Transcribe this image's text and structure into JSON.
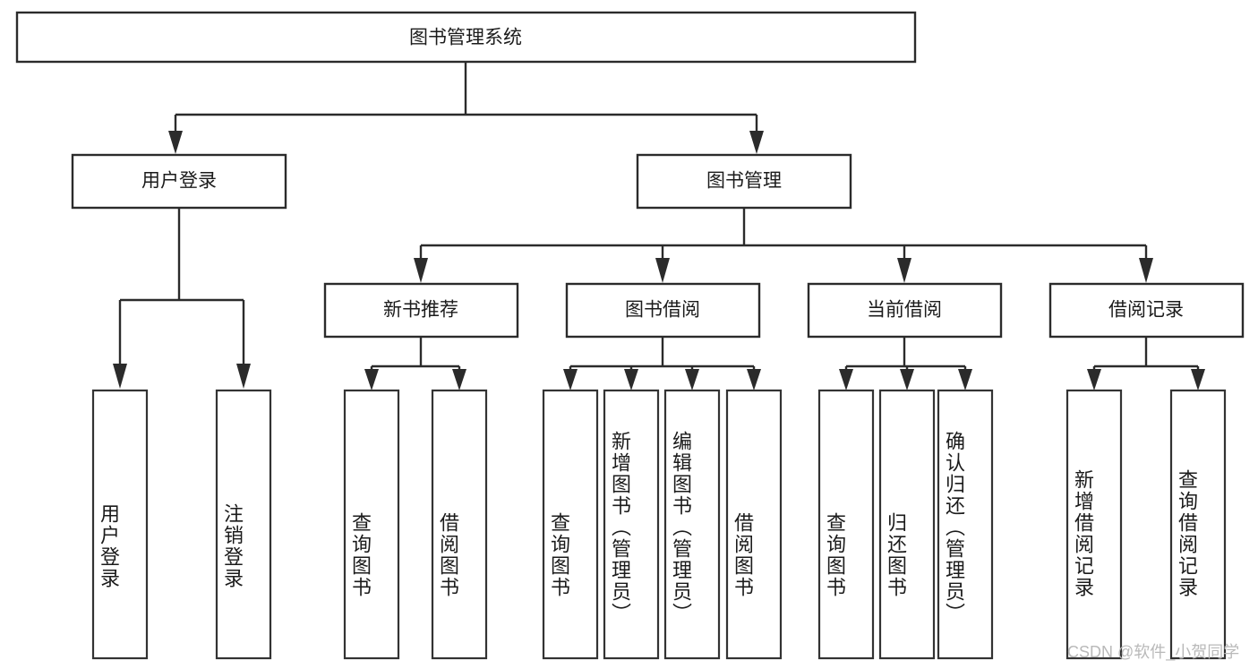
{
  "diagram": {
    "type": "tree-hierarchy-chart",
    "title": "图书管理系统",
    "watermark": "CSDN @软件_小贺同学",
    "colors": {
      "background": "#ffffff",
      "stroke": "#2b2b2b",
      "text": "#1b1b1b",
      "watermark": "#b9b9b9"
    },
    "root": {
      "id": "root",
      "label": "图书管理系统"
    },
    "level1": [
      {
        "id": "user-login",
        "label": "用户登录"
      },
      {
        "id": "book-manage",
        "label": "图书管理"
      }
    ],
    "level2": [
      {
        "id": "new-book-recommend",
        "label": "新书推荐",
        "parent": "book-manage"
      },
      {
        "id": "book-borrow",
        "label": "图书借阅",
        "parent": "book-manage"
      },
      {
        "id": "current-borrow",
        "label": "当前借阅",
        "parent": "book-manage"
      },
      {
        "id": "borrow-record",
        "label": "借阅记录",
        "parent": "book-manage"
      }
    ],
    "leaves": {
      "user-login": [
        {
          "id": "leaf-user-login",
          "label": "用户登录"
        },
        {
          "id": "leaf-user-logout",
          "label": "注销登录"
        }
      ],
      "new-book-recommend": [
        {
          "id": "leaf-query-book-1",
          "label": "查询图书"
        },
        {
          "id": "leaf-borrow-book-1",
          "label": "借阅图书"
        }
      ],
      "book-borrow": [
        {
          "id": "leaf-query-book-2",
          "label": "查询图书"
        },
        {
          "id": "leaf-add-book",
          "label": "新增图书（管理员）"
        },
        {
          "id": "leaf-edit-book",
          "label": "编辑图书（管理员）"
        },
        {
          "id": "leaf-borrow-book-2",
          "label": "借阅图书"
        }
      ],
      "current-borrow": [
        {
          "id": "leaf-query-book-3",
          "label": "查询图书"
        },
        {
          "id": "leaf-return-book",
          "label": "归还图书"
        },
        {
          "id": "leaf-confirm-return",
          "label": "确认归还（管理员）"
        }
      ],
      "borrow-record": [
        {
          "id": "leaf-add-record",
          "label": "新增借阅记录"
        },
        {
          "id": "leaf-query-record",
          "label": "查询借阅记录"
        }
      ]
    }
  }
}
